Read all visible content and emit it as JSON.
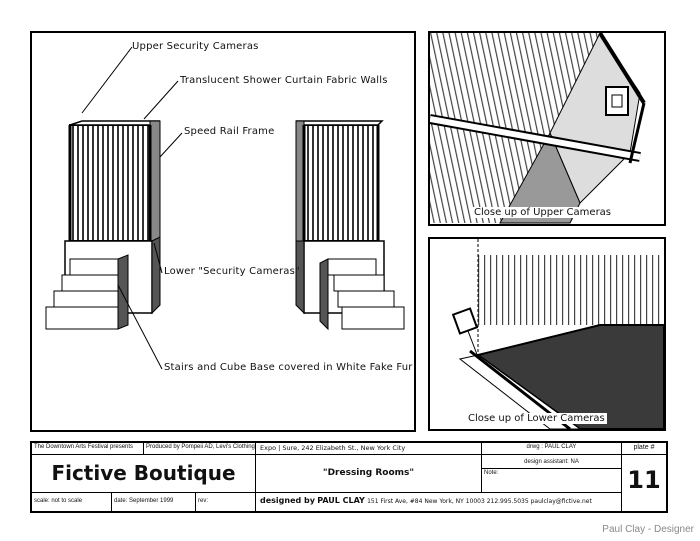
{
  "labels": {
    "upper_cameras": "Upper Security Cameras",
    "shower_walls": "Translucent Shower Curtain Fabric Walls",
    "speed_rail": "Speed Rail Frame",
    "lower_cameras": "Lower \"Security Cameras\"",
    "stairs": "Stairs and Cube Base covered in White Fake Fur"
  },
  "captions": {
    "upper_closeup": "Close up of Upper Cameras",
    "lower_closeup": "Close up of Lower Cameras"
  },
  "title_block": {
    "festival": "The Downtown Arts Festival presents",
    "producer": "Produced by Pompeii AD, Levi's Clothing",
    "expo": "Expo | Sure, 242 Elizabeth St., New York City",
    "drawing": "drwg : PAUL CLAY",
    "plate_label": "plate #",
    "title": "Fictive Boutique",
    "subtitle": "\"Dressing Rooms\"",
    "design_assistant": "design assistant: NA",
    "note": "Note:",
    "plate_number": "11",
    "scale": "scale: not to scale",
    "date": "date: September 1999",
    "rev": "rev:",
    "designed_prefix": "designed by",
    "designer": "PAUL CLAY",
    "contact": "151 First Ave, #84 New York, NY 10003   212.995.5035   paulclay@fictive.net"
  },
  "footer": "Paul Clay - Designer"
}
